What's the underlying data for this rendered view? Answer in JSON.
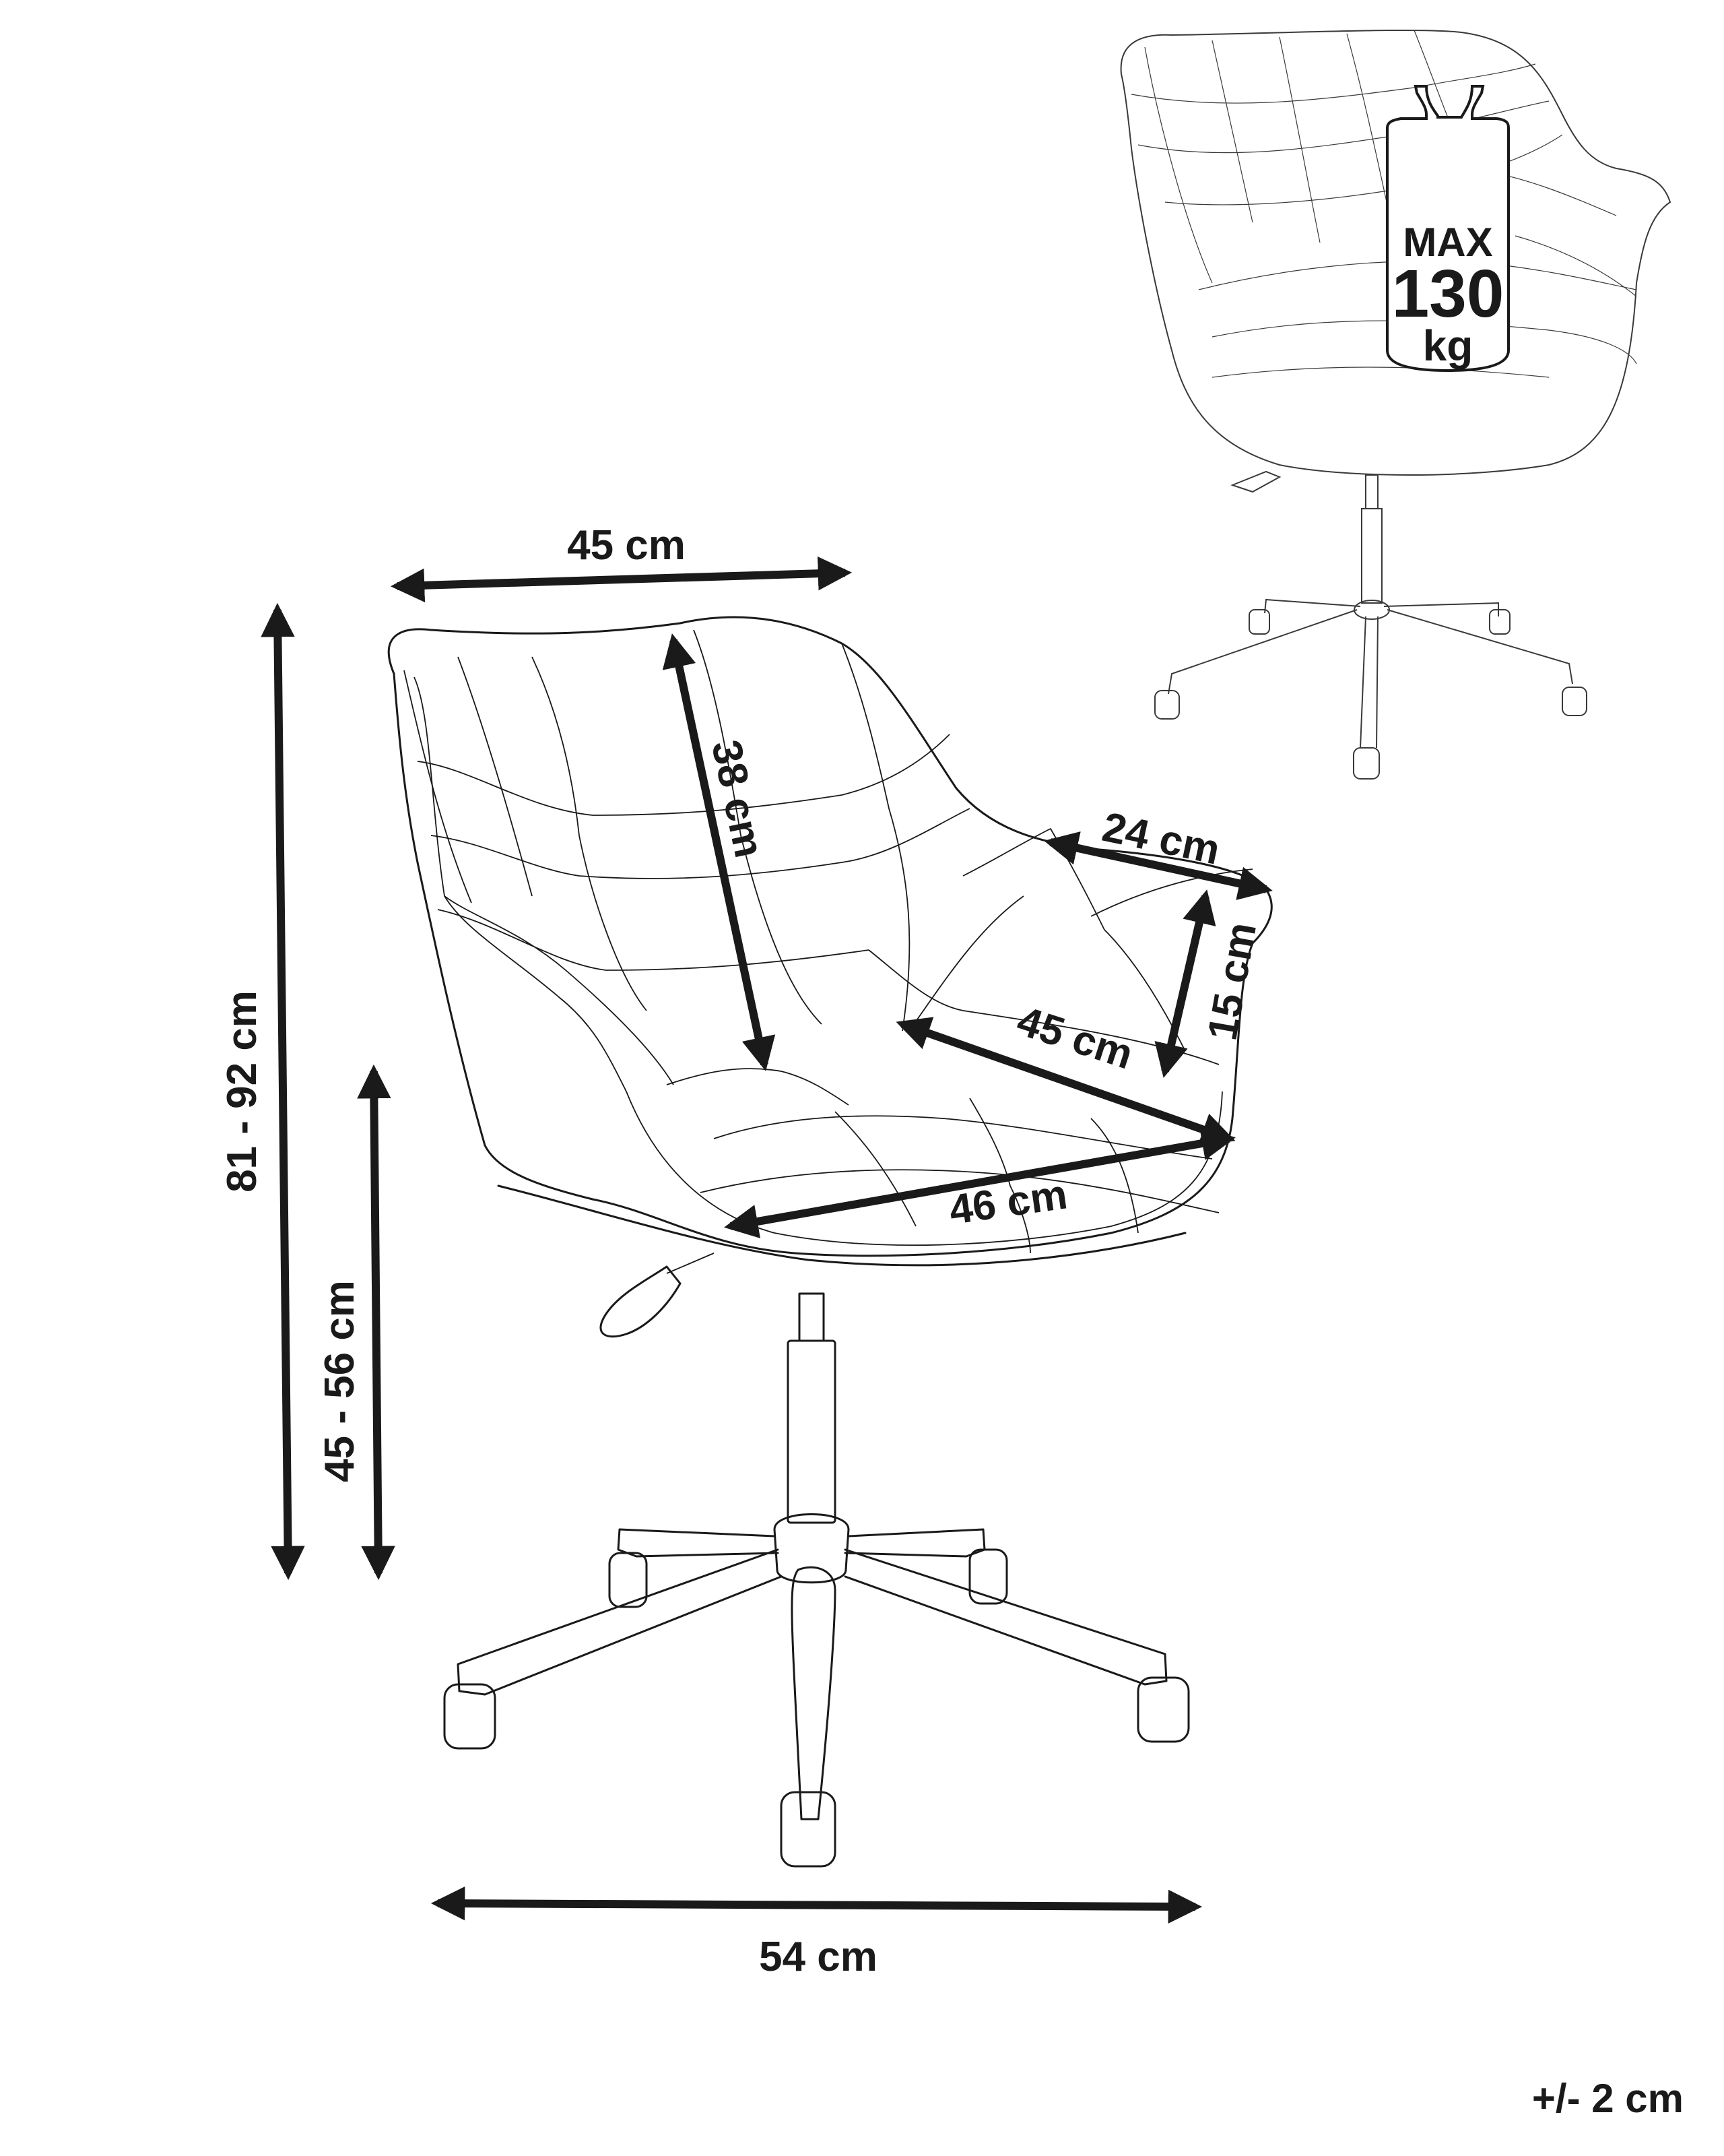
{
  "diagram": {
    "subject": "Upholstered swivel office chair with tufted bucket seat and 5-star castor base",
    "dimensions": {
      "backrest_width": "45 cm",
      "backrest_height": "38 cm",
      "armrest_length": "24 cm",
      "armrest_height": "15 cm",
      "seat_depth": "45 cm",
      "seat_width": "46 cm",
      "total_height": "81 - 92 cm",
      "seat_height": "45 - 56 cm",
      "base_width": "54 cm"
    },
    "max_load_badge": {
      "line1": "MAX",
      "line2": "130",
      "line3": "kg"
    },
    "tolerance": "+/- 2 cm"
  }
}
